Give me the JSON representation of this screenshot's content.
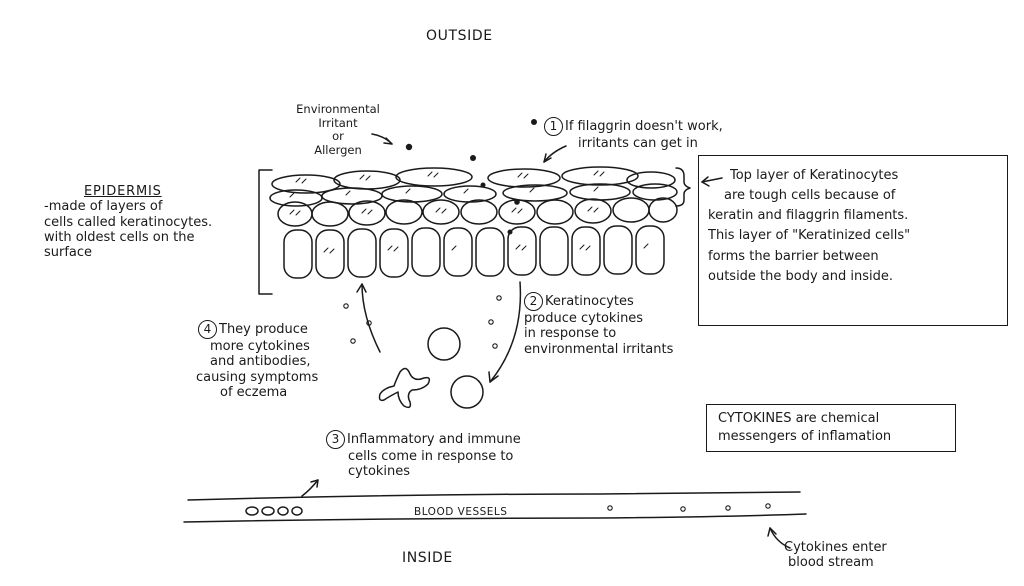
{
  "labels": {
    "outside": "OUTSIDE",
    "inside": "INSIDE",
    "blood_vessels": "BLOOD VESSELS",
    "irritant": [
      "Environmental",
      "Irritant",
      "or",
      "Allergen"
    ],
    "epidermis_title": "EPIDERMIS",
    "epidermis_desc": [
      "-made of layers of",
      "cells called keratinocytes.",
      "with oldest cells on the",
      "surface"
    ],
    "cytokines_enter": [
      "Cytokines enter",
      "blood stream"
    ]
  },
  "steps": [
    {
      "number": "1",
      "lines": [
        "If filaggrin doesn't work,",
        "irritants can get in"
      ]
    },
    {
      "number": "2",
      "lines": [
        "Keratinocytes",
        "produce cytokines",
        "in response to",
        "environmental irritants"
      ]
    },
    {
      "number": "3",
      "lines": [
        "Inflammatory and immune",
        "cells come in response to",
        "cytokines"
      ]
    },
    {
      "number": "4",
      "lines": [
        "They produce",
        "more cytokines",
        "and antibodies,",
        "causing symptoms",
        "of eczema"
      ]
    }
  ],
  "top_layer_note": {
    "lines": [
      "Top layer of Keratinocytes",
      "are tough cells because of",
      "keratin and filaggrin filaments.",
      "This layer of \"Keratinized cells\"",
      "forms the barrier between",
      "outside the body and inside."
    ]
  },
  "cytokines_note": {
    "lines": [
      "CYTOKINES are chemical",
      "messengers of inflamation"
    ]
  }
}
